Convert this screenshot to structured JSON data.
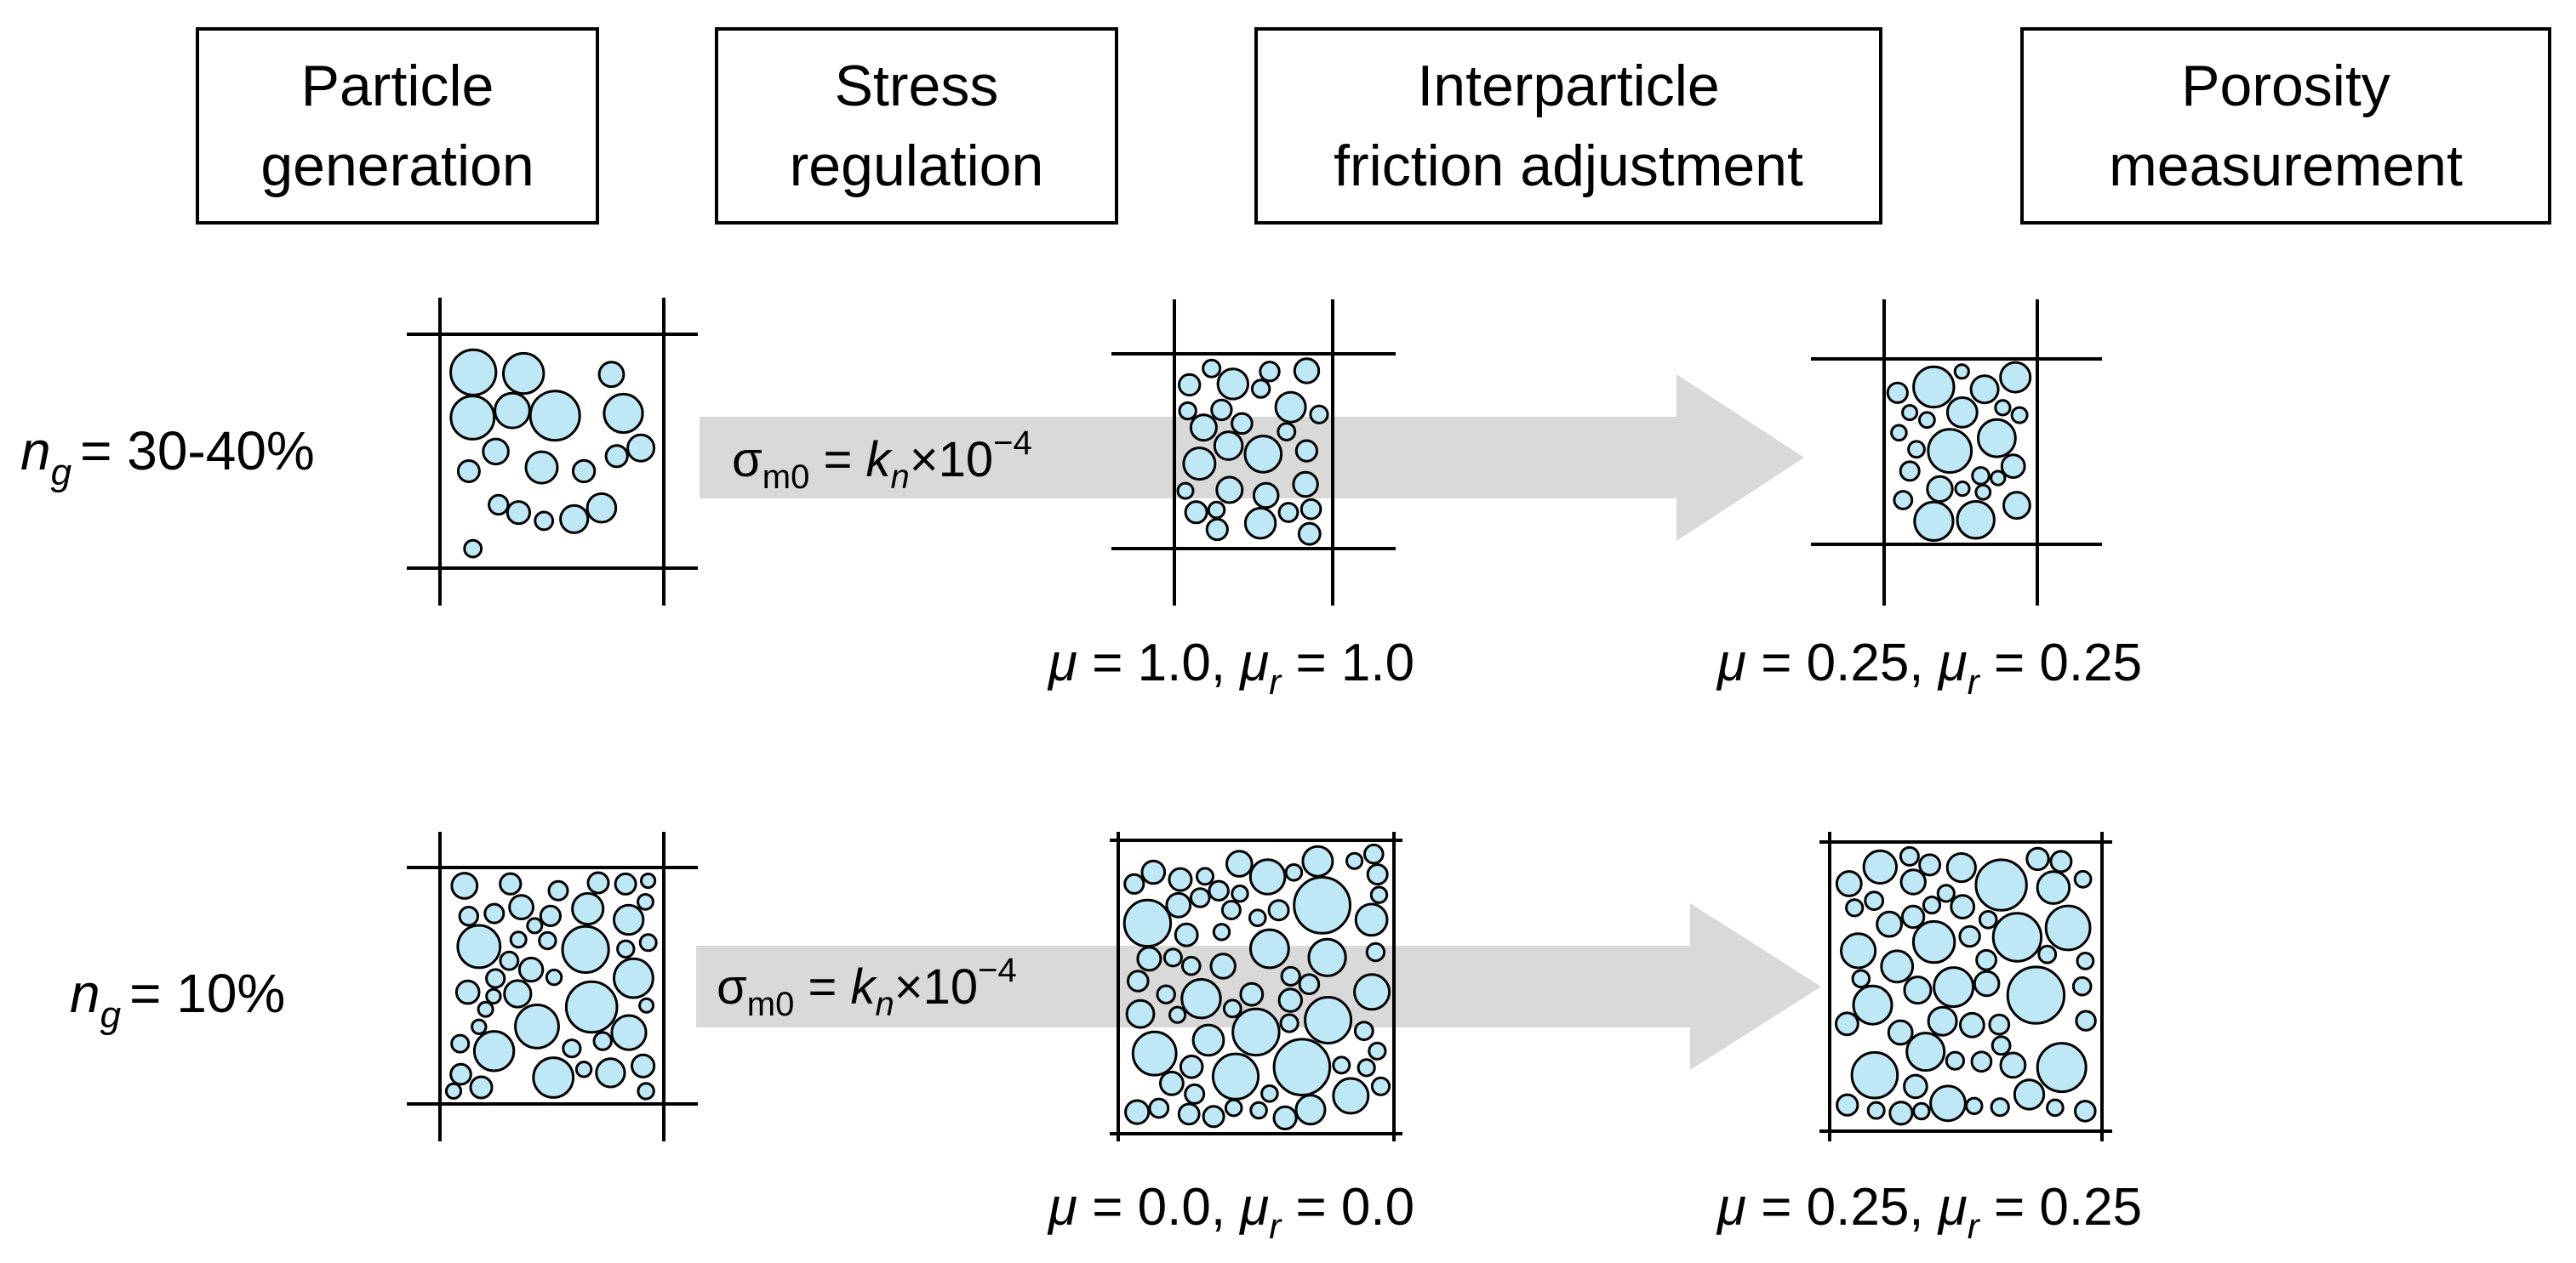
{
  "stages": [
    {
      "line1": "Particle",
      "line2": "generation"
    },
    {
      "line1": "Stress",
      "line2": "regulation"
    },
    {
      "line1": "Interparticle",
      "line2": "friction adjustment"
    },
    {
      "line1": "Porosity",
      "line2": "measurement"
    }
  ],
  "rows": [
    {
      "ng_label": {
        "symbol": "n",
        "sub": "g",
        "value": "= 30-40%"
      },
      "stress": {
        "sigma": "σ",
        "sigma_sub": "m0",
        "equals": " = ",
        "k": "k",
        "k_sub": "n",
        "factor": "×10",
        "exp": "−4"
      },
      "friction_b": {
        "mu": "μ",
        "mu_value": " = 1.0, ",
        "mur": "μ",
        "mur_sub": "r",
        "mur_value": " = 1.0"
      },
      "friction_c": {
        "mu": "μ",
        "mu_value": " = 0.25, ",
        "mur": "μ",
        "mur_sub": "r",
        "mur_value": " = 0.25"
      }
    },
    {
      "ng_label": {
        "symbol": "n",
        "sub": "g",
        "value": "= 10%"
      },
      "stress": {
        "sigma": "σ",
        "sigma_sub": "m0",
        "equals": " = ",
        "k": "k",
        "k_sub": "n",
        "factor": "×10",
        "exp": "−4"
      },
      "friction_b": {
        "mu": "μ",
        "mu_value": " = 0.0, ",
        "mur": "μ",
        "mur_sub": "r",
        "mur_value": " = 0.0"
      },
      "friction_c": {
        "mu": "μ",
        "mu_value": " = 0.25, ",
        "mur": "μ",
        "mur_sub": "r",
        "mur_value": " = 0.25"
      }
    }
  ],
  "colors": {
    "particle_fill": "#bfe8f6",
    "arrow_fill": "#d9d9d9",
    "stroke": "#000000"
  }
}
